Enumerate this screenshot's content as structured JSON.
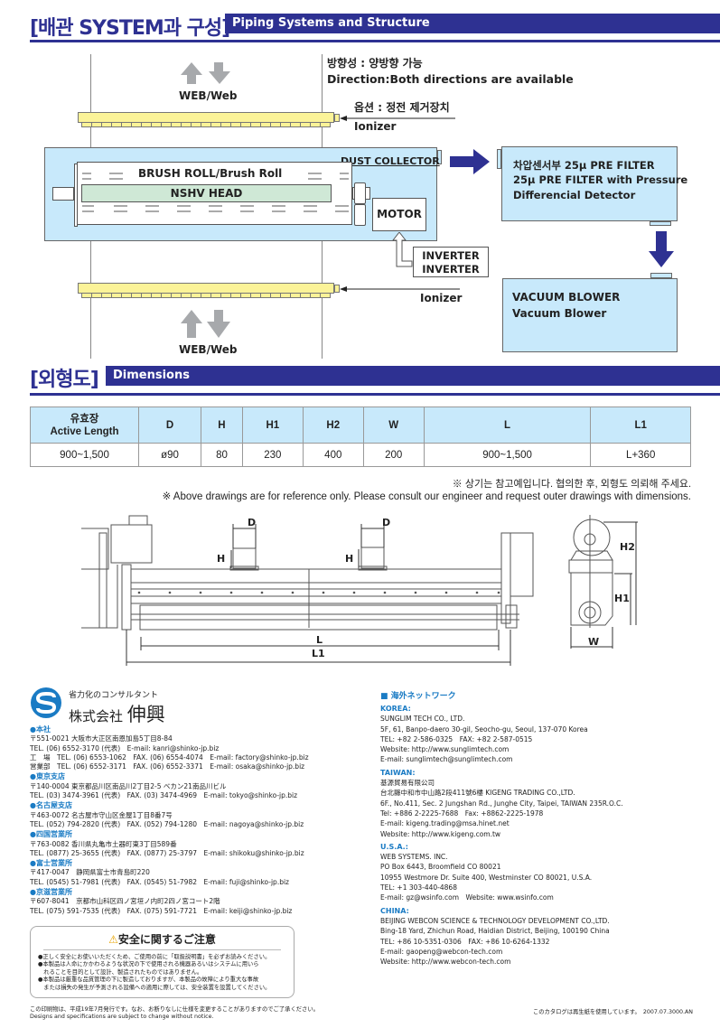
{
  "section1": {
    "title_ko": "[배관 SYSTEM과 구성]",
    "title_en": "Piping Systems and Structure"
  },
  "diagram": {
    "web_label_top": "WEB/Web",
    "web_label_bottom": "WEB/Web",
    "direction_ko": "방향성 : 양방향 가능",
    "direction_en": "Direction:Both directions are available",
    "option_ko": "옵션 : 정전 제거장치",
    "ionizer_top": "Ionizer",
    "ionizer_bottom": "Ionizer",
    "dust_collector": "DUST COLLECTOR",
    "brush_roll": "BRUSH ROLL/Brush Roll",
    "nshv_head": "NSHV HEAD",
    "motor": "MOTOR",
    "inverter_1": "INVERTER",
    "inverter_2": "INVERTER",
    "prefilter_1": "차압센서부 25μ PRE FILTER",
    "prefilter_2": "25μ PRE FILTER with Pressure",
    "prefilter_3": "Differencial Detector",
    "blower_1": "VACUUM BLOWER",
    "blower_2": "Vacuum Blower"
  },
  "section2": {
    "title_ko": "[외형도]",
    "title_en": "Dimensions"
  },
  "dimensions_table": {
    "headers": [
      "유효장",
      "Active Length",
      "D",
      "H",
      "H1",
      "H2",
      "W",
      "L",
      "L1"
    ],
    "row": [
      "900~1,500",
      "ø90",
      "80",
      "230",
      "400",
      "200",
      "900~1,500",
      "L+360"
    ]
  },
  "notes": {
    "ko": "※ 상기는 참고예입니다. 협의한 후, 외형도 의뢰해 주세요.",
    "en": "※ Above drawings are for reference only. Please consult our engineer and request outer drawings with dimensions."
  },
  "drawing_labels": {
    "d1": "D",
    "d2": "D",
    "h1": "H",
    "h2": "H",
    "l": "L",
    "l1": "L1",
    "side_h2": "H2",
    "side_h1": "H1",
    "side_w": "W"
  },
  "company": {
    "tagline": "省力化のコンサルタント",
    "name": "株式会社",
    "name_big": "伸興",
    "offices": [
      {
        "name": "●本社",
        "lines": [
          "〒551-0021 大阪市大正区南恩加島5丁目8-84",
          "TEL. (06) 6552-3170 (代表)　E-mail: kanri@shinko-jp.biz",
          "工　場　TEL. (06) 6553-1062　FAX. (06) 6554-4074　E-mail: factory@shinko-jp.biz",
          "営業部　TEL. (06) 6552-3171　FAX. (06) 6552-3371　E-mail: osaka@shinko-jp.biz"
        ]
      },
      {
        "name": "●東京支店",
        "lines": [
          "〒140-0004 東京都品川区南品川2丁目2-5 ベカン21南品川ビル",
          "TEL. (03) 3474-3961 (代表)　FAX. (03) 3474-4969　E-mail: tokyo@shinko-jp.biz"
        ]
      },
      {
        "name": "●名古屋支店",
        "lines": [
          "〒463-0072 名古屋市守山区金屋1丁目8番7号",
          "TEL. (052) 794-2820 (代表)　FAX. (052) 794-1280　E-mail: nagoya@shinko-jp.biz"
        ]
      },
      {
        "name": "●四国営業所",
        "lines": [
          "〒763-0082 香川県丸亀市土器町東3丁目589番",
          "TEL. (0877) 25-3655 (代表)　FAX. (0877) 25-3797　E-mail: shikoku@shinko-jp.biz"
        ]
      },
      {
        "name": "●富士営業所",
        "lines": [
          "〒417-0047　静岡県富士市青島町220",
          "TEL. (0545) 51-7981 (代表)　FAX. (0545) 51-7982　E-mail: fuji@shinko-jp.biz"
        ]
      },
      {
        "name": "●京滋営業所",
        "lines": [
          "〒607-8041　京都市山科区四ノ宮垣ノ内町2四ノ宮コート2階",
          "TEL. (075) 591-7535 (代表)　FAX. (075) 591-7721　E-mail: keiji@shinko-jp.biz"
        ]
      }
    ]
  },
  "safety": {
    "title": "安全に関するご注意",
    "items": [
      "●正しく安全にお使いいただくため、ご使用の前に「取扱説明書」を必ずお読みください。",
      "●本製品は人命にかかわるような状況の下で使用される機器あるいはシステムに用いら",
      "　れることを目的として設計、製造されたものではありません。",
      "●本製品は厳重な品質管理の下に製造しておりますが、本製品の故障により重大な事故",
      "　または損失の発生が予測される設備への適用に際しては、安全装置を設置してください。"
    ]
  },
  "footer": {
    "left_1": "この印刷物は、平成19年7月発行です。なお、お断りなしに仕様を変更することがありますのでご了承ください。",
    "left_2": "Designs and specifications are subject to change without notice.",
    "right": "このカタログは再生紙を使用しています。　2007.07.3000.AN"
  },
  "network": {
    "title": "■ 海外ネットワーク",
    "regions": [
      {
        "name": "KOREA:",
        "lines": [
          "SUNGLIM TECH CO., LTD.",
          "5F, 61, Banpo-daero 30-gil, Seocho-gu, Seoul, 137-070 Korea",
          "TEL: +82 2-586-0325　FAX: +82 2-587-0515",
          "Website: http://www.sunglimtech.com",
          "E-mail: sunglimtech@sunglimtech.com"
        ]
      },
      {
        "name": "TAIWAN:",
        "lines": [
          "基源貿易有限公司",
          "台北縣中和市中山路2段411號6樓 KIGENG TRADING CO.,LTD.",
          "6F., No.411, Sec. 2 Jungshan Rd., Junghe City, Taipei, TAIWAN 235R.O.C.",
          "Tel: +886 2-2225-7688　Fax: +8862-2225-1978",
          "E-mail: kigeng.trading@msa.hinet.net",
          "Website: http://www.kigeng.com.tw"
        ]
      },
      {
        "name": "U.S.A.:",
        "lines": [
          "WEB SYSTEMS. INC.",
          "PO Box 6443, Broomfield CO 80021",
          "10955 Westmore Dr. Suite 400, Westminster CO 80021, U.S.A.",
          "TEL: +1 303-440-4868",
          "E-mail: gz@wsinfo.com　Website: www.wsinfo.com"
        ]
      },
      {
        "name": "CHINA:",
        "lines": [
          "BEIJING WEBCON SCIENCE & TECHNOLOGY DEVELOPMENT CO.,LTD.",
          "Bing-18 Yard, Zhichun Road, Haidian District, Beijing, 100190 China",
          "TEL: +86 10-5351-0306　FAX: +86 10-6264-1332",
          "E-mail: gaopeng@webcon-tech.com",
          "Website: http://www.webcon-tech.com"
        ]
      }
    ]
  },
  "colors": {
    "brand_navy": "#2e3192",
    "light_blue": "#c8e9fb",
    "ionizer_yellow": "#fbf398",
    "head_green": "#cfe8d6",
    "link_blue": "#1a7bc4"
  }
}
